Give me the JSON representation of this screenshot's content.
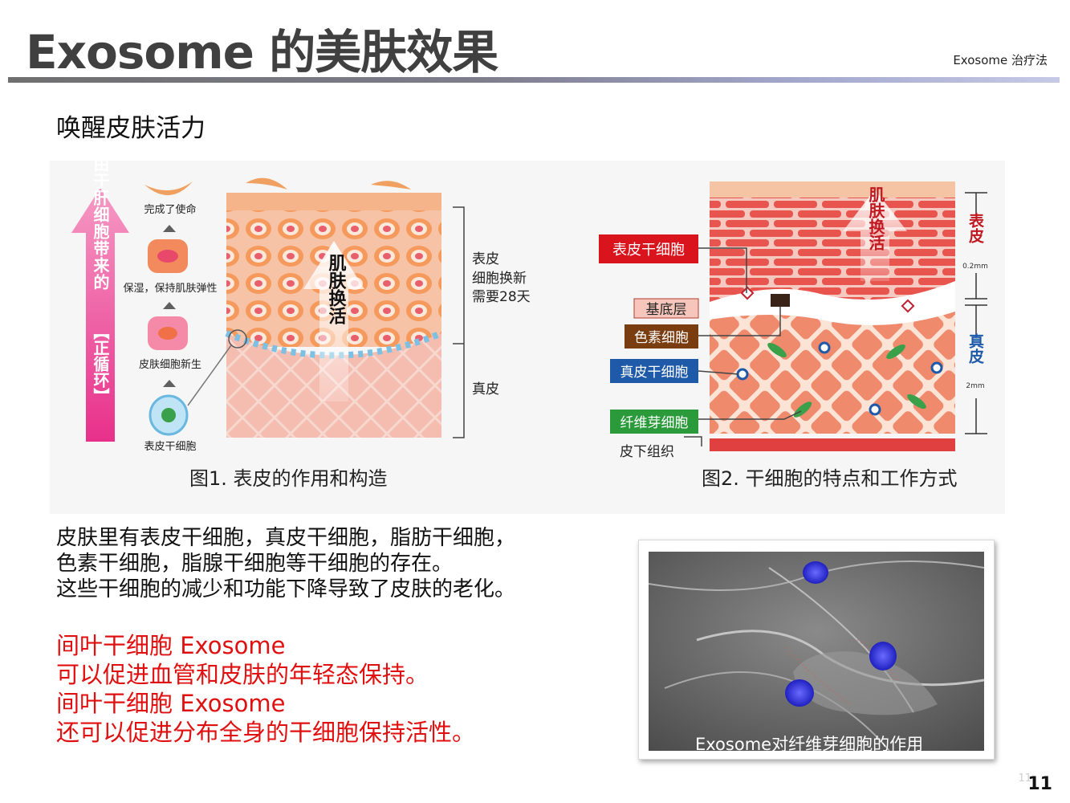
{
  "header": {
    "title": "Exosome 的美肤效果",
    "tag": "Exosome 治疗法"
  },
  "subtitle": "唤醒皮肤活力",
  "figure1": {
    "arrow_text": "由于肝细胞带来的",
    "arrow_bracket_text": "【正循环】",
    "stage_labels": [
      "完成了使命",
      "保湿，保持肌肤弹性",
      "皮肤细胞新生",
      "表皮干细胞"
    ],
    "center_text": "肌肤换活",
    "epidermis_label": [
      "表皮",
      "细胞换新",
      "需要28天"
    ],
    "dermis_label": "真皮",
    "caption": "图1. 表皮的作用和构造"
  },
  "figure2": {
    "labels": {
      "epidermal_stem": "表皮干细胞",
      "basal_layer": "基底层",
      "pigment_cell": "色素细胞",
      "dermal_stem": "真皮干细胞",
      "fibroblast": "纤维芽细胞",
      "subcutaneous": "皮下组织"
    },
    "center_text": "肌肤换活",
    "epidermis_side": "表皮",
    "epidermis_thickness": "0.2mm",
    "dermis_side": "真皮",
    "dermis_thickness": "2mm",
    "caption": "图2. 干细胞的特点和工作方式"
  },
  "body": {
    "lines": [
      "皮肤里有表皮干细胞，真皮干细胞，脂肪干细胞，",
      "色素干细胞，脂腺干细胞等干细胞的存在。",
      "这些干细胞的减少和功能下降导致了皮肤的老化。"
    ],
    "highlight_lines": [
      "间叶干细胞 Exosome",
      "可以促进血管和皮肤的年轻态保持。",
      "间叶干细胞 Exosome",
      "还可以促进分布全身的干细胞保持活性。"
    ]
  },
  "photo": {
    "caption": "Exosome对纤维芽细胞的作用"
  },
  "page": {
    "number": "11",
    "ghost_number": "11"
  },
  "colors": {
    "title_gray": "#404040",
    "highlight_red": "#e01010",
    "arrow_magenta": "#e8308a",
    "label_red": "#d9141c",
    "label_brown": "#7a3d10",
    "label_blue": "#1e5aa8",
    "label_green": "#2a9a3a"
  }
}
